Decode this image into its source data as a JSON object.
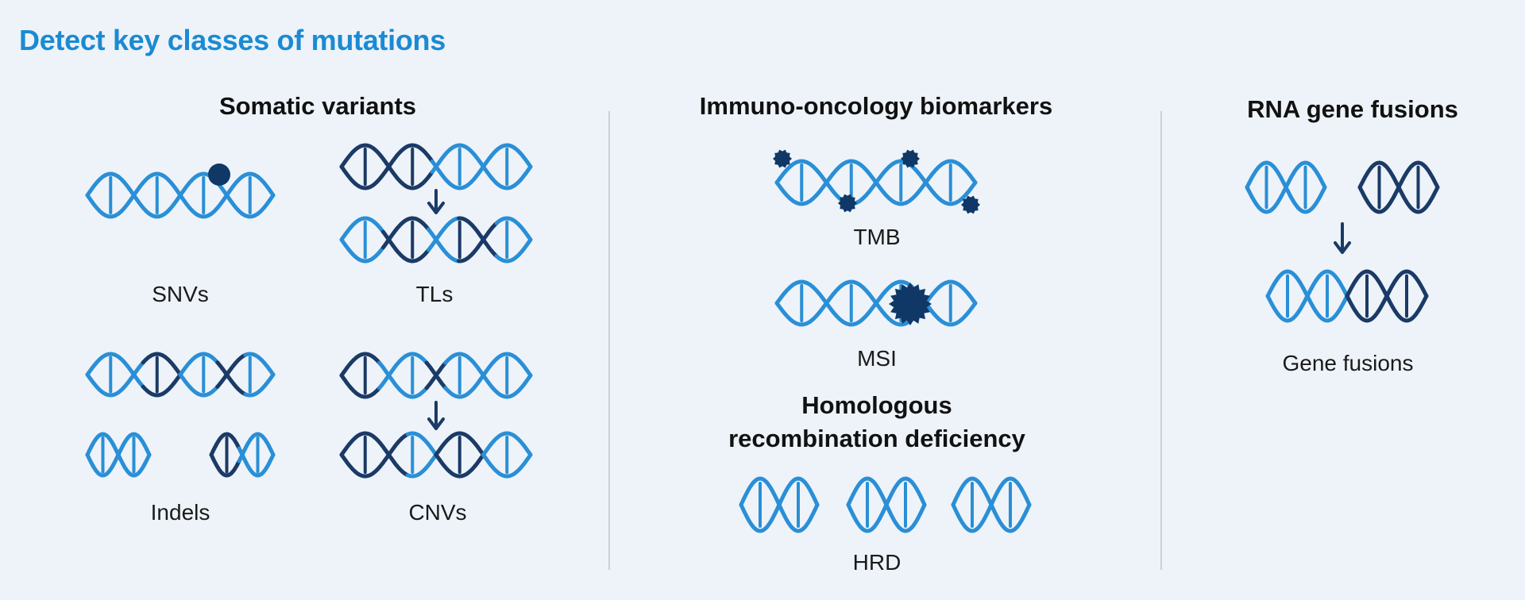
{
  "title": "Detect key classes of mutations",
  "colors": {
    "title": "#1b8ad3",
    "light_strand": "#2a8fd6",
    "dark_strand": "#1b3a66",
    "marker": "#0f3866"
  },
  "sections": {
    "somatic": {
      "title": "Somatic variants",
      "items": {
        "snvs": "SNVs",
        "tls": "TLs",
        "indels": "Indels",
        "cnvs": "CNVs"
      }
    },
    "immuno": {
      "title": "Immuno-oncology biomarkers",
      "items": {
        "tmb": "TMB",
        "msi": "MSI",
        "hrd_title_line1": "Homologous",
        "hrd_title_line2": "recombination deficiency",
        "hrd": "HRD"
      }
    },
    "rna": {
      "title": "RNA gene fusions",
      "items": {
        "fusions": "Gene fusions"
      }
    }
  }
}
